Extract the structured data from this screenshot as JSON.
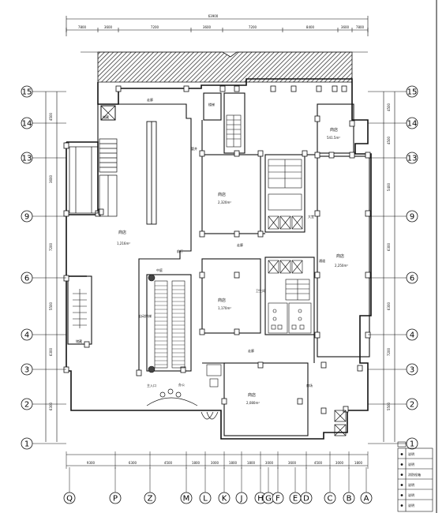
{
  "overall_dimension": "63900",
  "top_dims": [
    "7800",
    "3600",
    "7200",
    "3600",
    "7200",
    "8400",
    "3600",
    "7800"
  ],
  "bottom_dims": [
    "9300",
    "6300",
    "4500",
    "1800",
    "3000",
    "1800",
    "1800",
    "3000",
    "3600",
    "4500",
    "3000",
    "1800"
  ],
  "left_dims": [
    "4500",
    "3600",
    "7200",
    "5500",
    "6300",
    "6300"
  ],
  "right_dims": [
    "4500",
    "4500",
    "5400",
    "6300",
    "6300",
    "7200",
    "5500"
  ],
  "row_labels": [
    "15",
    "14",
    "13",
    "9",
    "6",
    "4",
    "3",
    "2",
    "1"
  ],
  "column_labels": [
    "Q",
    "P",
    "Z",
    "M",
    "L",
    "K",
    "J",
    "H",
    "G",
    "F",
    "E",
    "D",
    "C",
    "B",
    "A"
  ],
  "rooms": {
    "big_hall": [
      "商店",
      "1,216m²"
    ],
    "upper_shop": [
      "商店",
      "2,320m²"
    ],
    "mid_shop": [
      "商店",
      "1,170m²"
    ],
    "right_shop": [
      "商店",
      "2,250m²"
    ],
    "top_right_shop": [
      "商店",
      "541.5m²"
    ],
    "bottom_shop": [
      "商店",
      "2,080m²"
    ]
  },
  "annotations": {
    "corridor1": "走廊",
    "corridor2": "走廊",
    "corridor3": "走廊",
    "atrium": "中庭",
    "escalator": "自动扶梯",
    "entrance": "主入口",
    "shaft": "管井",
    "stair": "楼梯",
    "lobby": "前厅",
    "walkway": "通道",
    "toilet": "卫生间",
    "hall": "大堂",
    "mall": "商场",
    "office": "办公",
    "stor1": "储藏",
    "stor2": "储藏"
  },
  "legend": {
    "title": "",
    "items": [
      "说明",
      "说明",
      "消防栓箱",
      "说明",
      "说明",
      "说明"
    ]
  },
  "colors": {
    "line": "#111111",
    "hatch": "#222222",
    "bg": "#ffffff"
  }
}
